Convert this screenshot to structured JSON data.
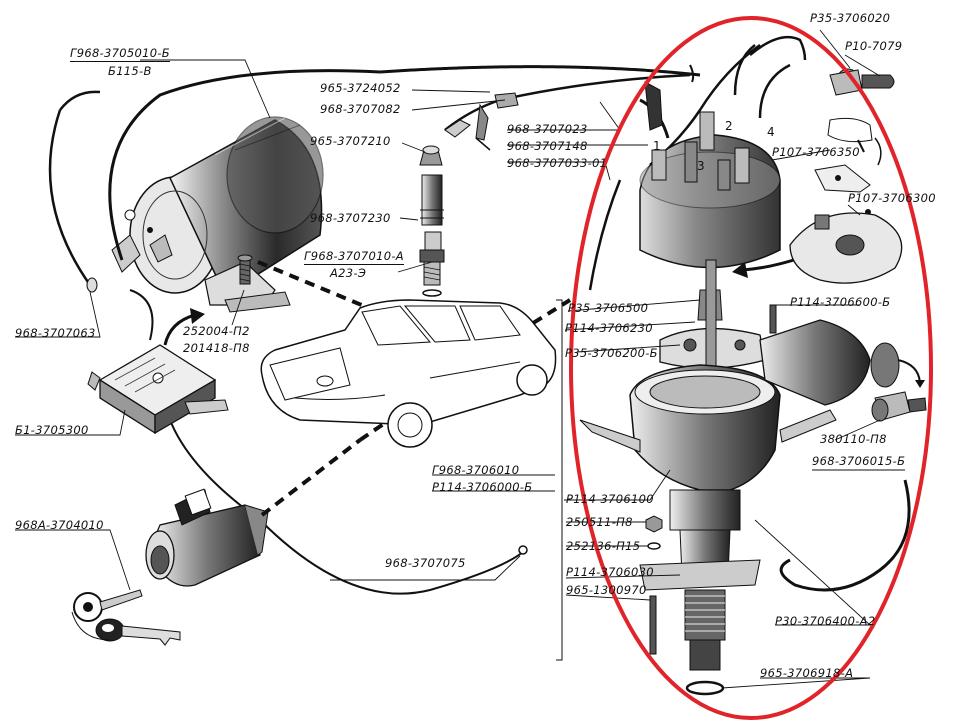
{
  "labels": {
    "coil_part": "Г968-3705010-Б",
    "coil_model": "Б115-В",
    "wire_3724052": "965-3724052",
    "wire_3707082": "968-3707082",
    "cap_3707210": "965-3707210",
    "extension_3707230": "968-3707230",
    "plug_part": "Г968-3707010-А",
    "plug_model": "А23-Э",
    "wire_3707063": "968-3707063",
    "bolt_252004": "252004-П2",
    "washer_201418": "201418-П8",
    "resistor_3705300": "Б1-3705300",
    "switch_3704010": "968А-3704010",
    "wire_3707075": "968-3707075",
    "wire_3707023": "968-3707023",
    "wire_3707148": "968-3707148",
    "wire_3707033": "968-3707033-01",
    "rotor_3706020": "Р35-3706020",
    "contact_7079": "Р10-7079",
    "contacts_3706350": "Р107-3706350",
    "plate_3706300": "Р107-3706300",
    "cap_3706500": "Р35-3706500",
    "rotor_3706230": "Р114-3706230",
    "cam_3706200": "Р35-3706200-Б",
    "vacuum_3706600": "Р114-3706600-Б",
    "octane_380110": "380110-П8",
    "hose_3706015": "968-3706015-Б",
    "distributor_part": "Г968-3706010",
    "distributor_model": "Р114-3706000-Б",
    "housing_3706100": "Р114-3706100",
    "nut_250511": "250511-П8",
    "washer_252136": "252136-П15",
    "clamp_3706030": "Р114-3706030",
    "pin_1300970": "965-1300970",
    "corrector_3706400": "Р30-3706400-А2",
    "seal_3706918": "965-3706918-А",
    "terminal_1": "1",
    "terminal_2": "2",
    "terminal_3": "3",
    "terminal_4": "4"
  },
  "highlight": {
    "shape": "ellipse",
    "color": "#e0242a"
  }
}
